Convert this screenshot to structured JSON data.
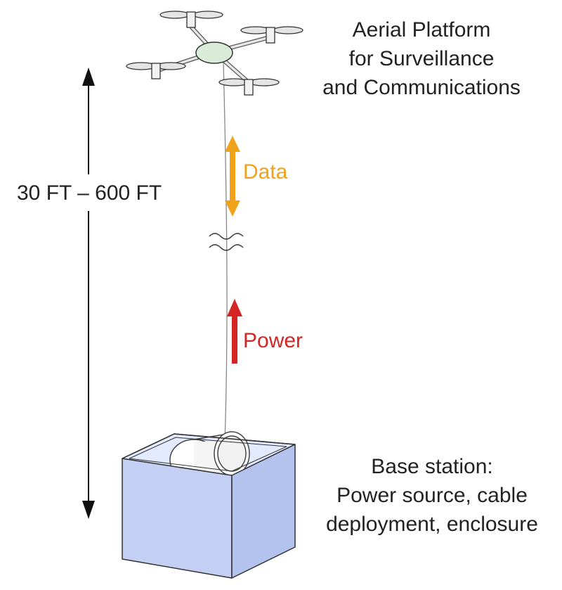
{
  "aerial_caption": {
    "lines": [
      "Aerial Platform",
      "for Surveillance",
      "and Communications"
    ]
  },
  "height_label": "30 FT – 600 FT",
  "data_label": "Data",
  "power_label": "Power",
  "base_caption": {
    "lines": [
      "Base station:",
      "Power source, cable",
      "deployment, enclosure"
    ]
  },
  "colors": {
    "data": "#f0a21a",
    "power": "#d42424",
    "box": "#c3d0f3",
    "box_inner": "#e4eaff",
    "drone_body": "#d8ecd7",
    "text": "#222222"
  }
}
